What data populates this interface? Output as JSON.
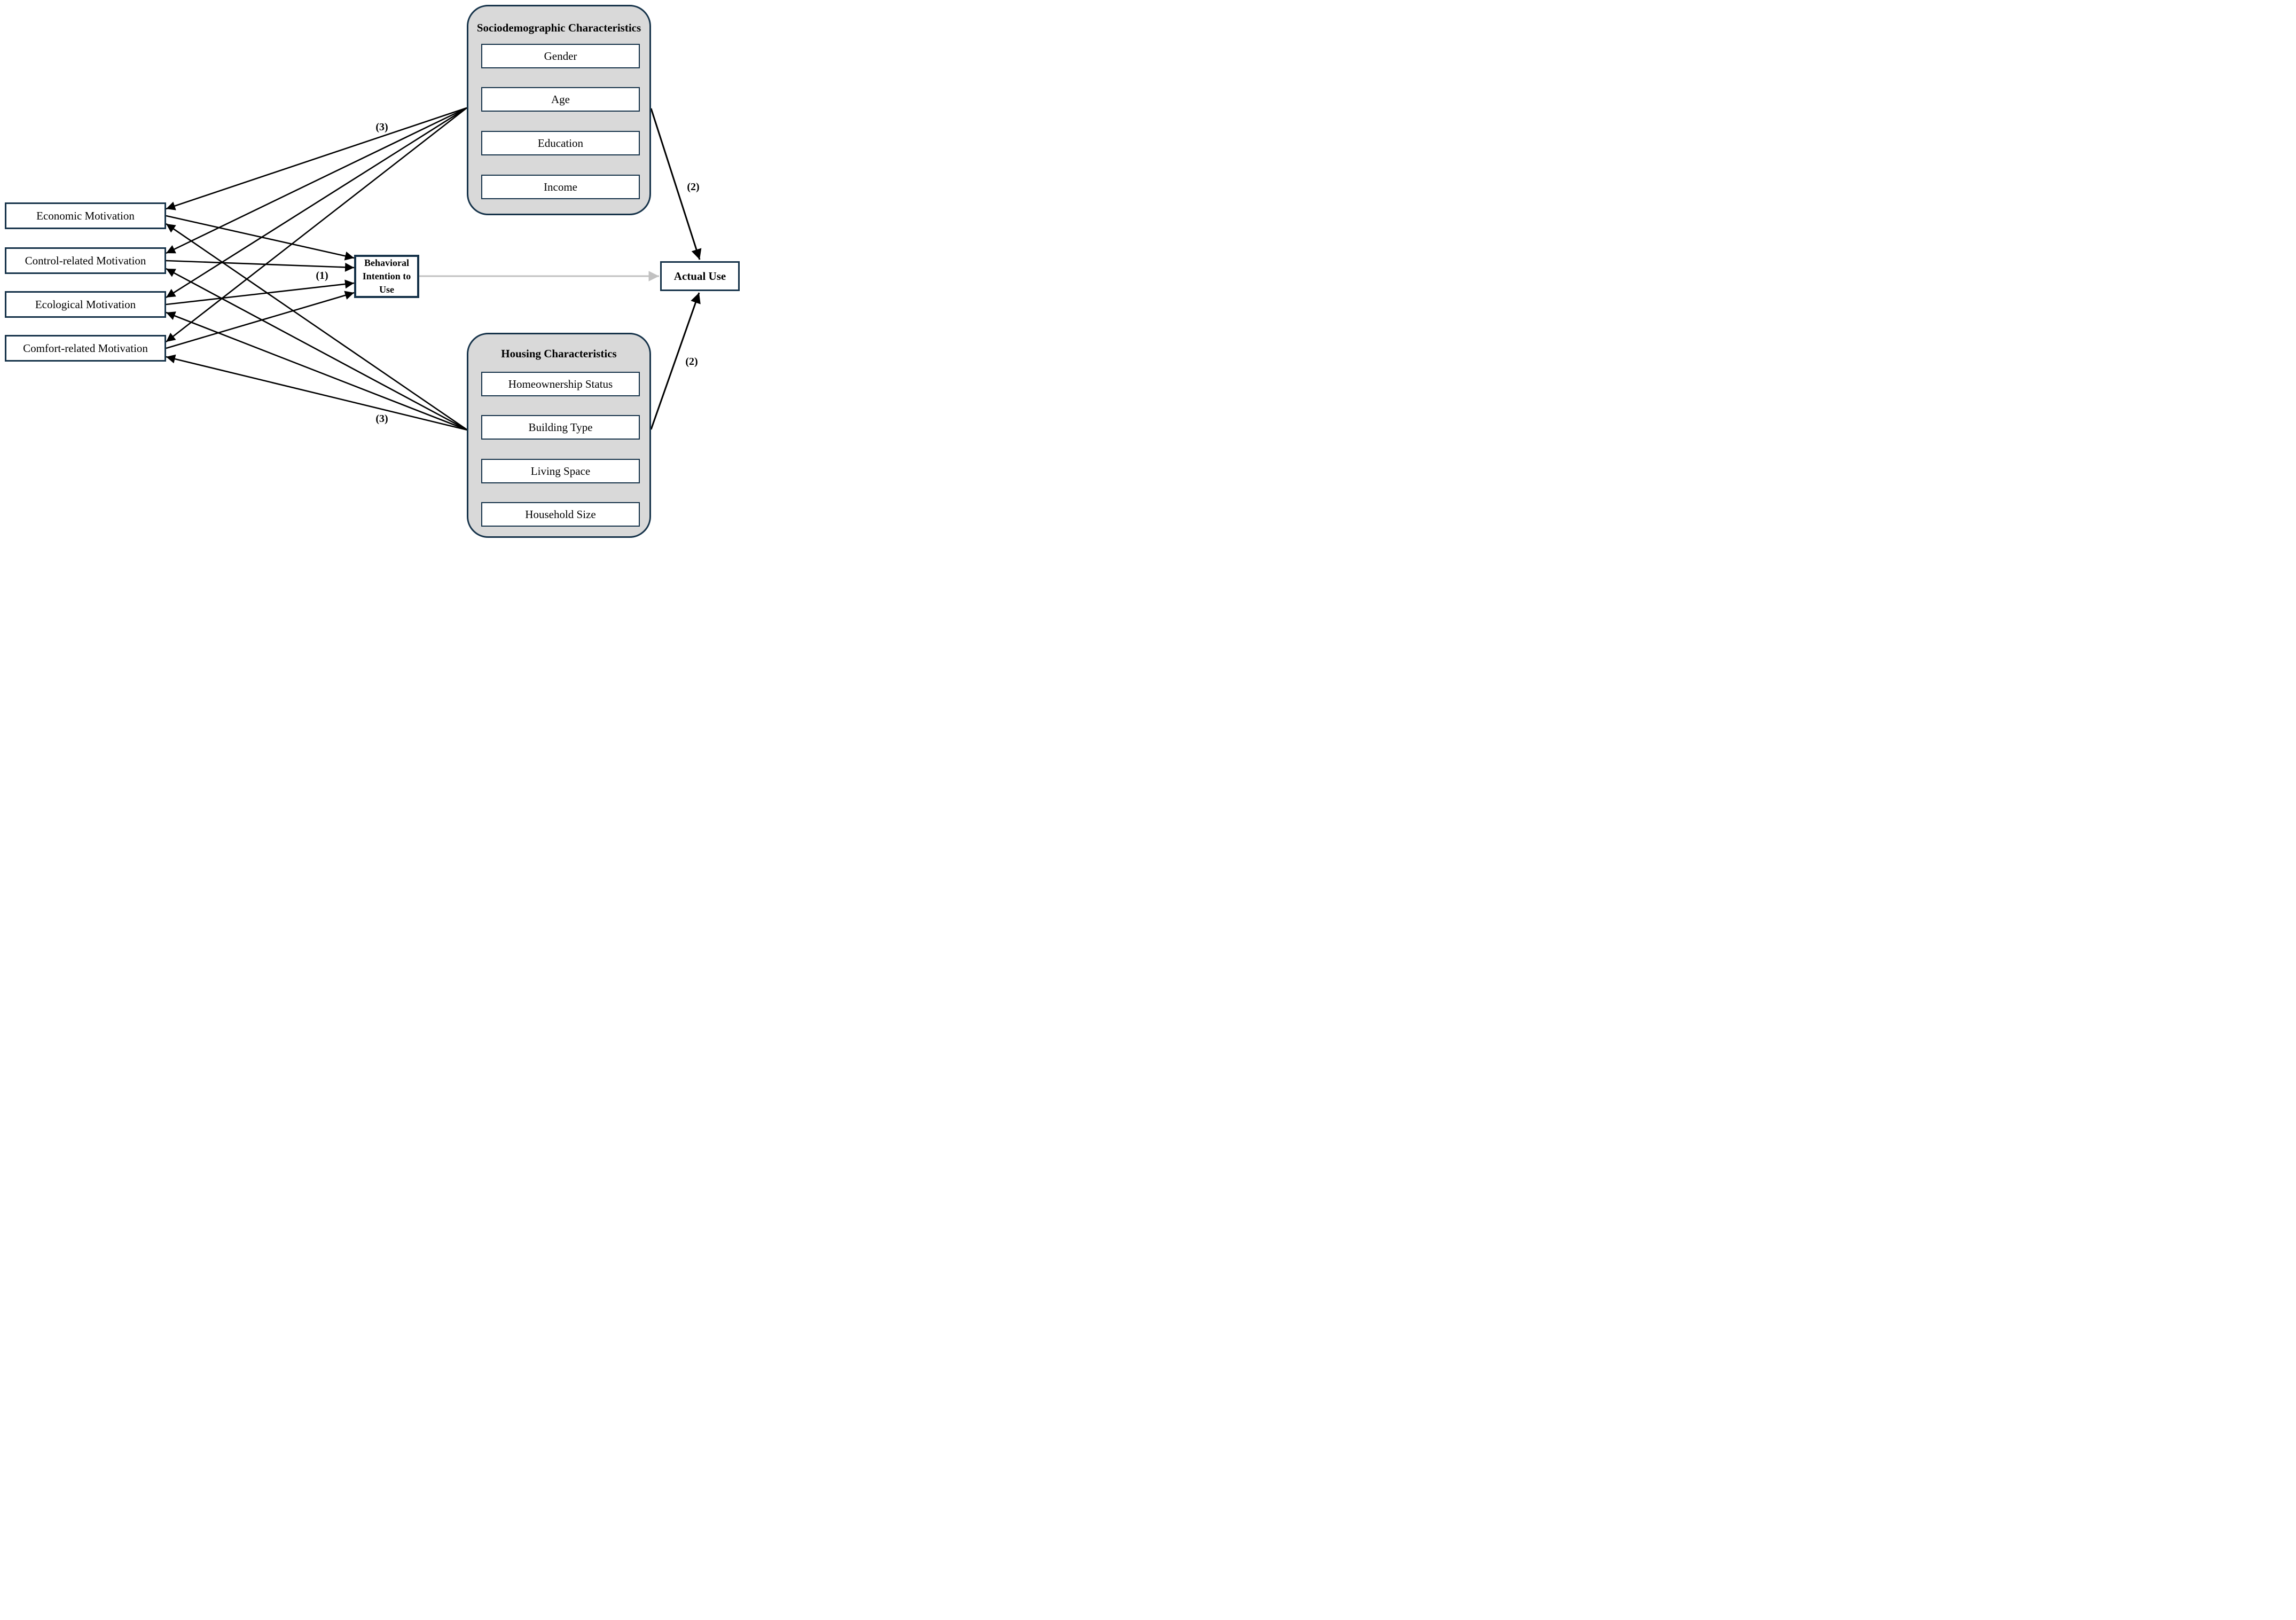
{
  "motivations": [
    {
      "label": "Economic Motivation"
    },
    {
      "label": "Control-related Motivation"
    },
    {
      "label": "Ecological Motivation"
    },
    {
      "label": "Comfort-related Motivation"
    }
  ],
  "mediator": {
    "line1": "Behavioral",
    "line2": "Intention to Use"
  },
  "outcome": {
    "label": "Actual Use"
  },
  "groups": {
    "sociodemographic": {
      "title": "Sociodemographic Characteristics",
      "items": [
        "Gender",
        "Age",
        "Education",
        "Income"
      ]
    },
    "housing": {
      "title": "Housing Characteristics",
      "items": [
        "Homeownership Status",
        "Building Type",
        "Living Space",
        "Household Size"
      ]
    }
  },
  "path_labels": {
    "motivations_to_intention": "(1)",
    "socio_to_actual": "(2)",
    "housing_to_actual": "(2)",
    "socio_to_motivations": "(3)",
    "housing_to_motivations": "(3)"
  },
  "colors": {
    "box_border": "#16334a",
    "group_fill": "#d9d9d9",
    "box_fill": "#ffffff",
    "arrow": "#000000",
    "intention_to_actual_arrow": "#c1c1c1"
  }
}
